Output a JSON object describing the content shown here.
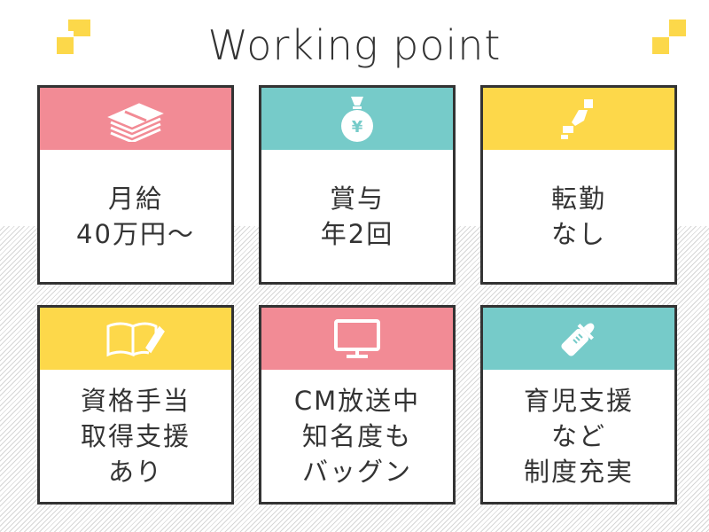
{
  "title": "Working point",
  "colors": {
    "pink": "#f28b95",
    "teal": "#76cbc9",
    "yellow": "#fdd84a",
    "border": "#333333"
  },
  "cards": [
    {
      "icon": "money-stack-icon",
      "color": "pink",
      "lines": [
        "月給",
        "40万円〜"
      ]
    },
    {
      "icon": "yen-bag-icon",
      "color": "teal",
      "lines": [
        "賞与",
        "年2回"
      ]
    },
    {
      "icon": "japan-map-icon",
      "color": "yellow",
      "lines": [
        "転勤",
        "なし"
      ]
    },
    {
      "icon": "book-pen-icon",
      "color": "yellow",
      "lines": [
        "資格手当",
        "取得支援",
        "あり"
      ]
    },
    {
      "icon": "monitor-icon",
      "color": "pink",
      "lines": [
        "CM放送中",
        "知名度も",
        "バッグン"
      ]
    },
    {
      "icon": "baby-bottle-icon",
      "color": "teal",
      "lines": [
        "育児支援",
        "など",
        "制度充実"
      ]
    }
  ]
}
